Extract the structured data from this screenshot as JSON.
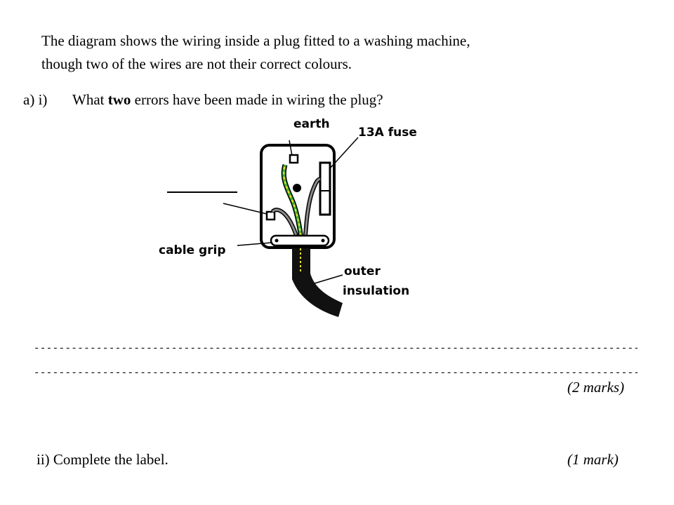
{
  "intro": {
    "line1": "The diagram shows the wiring inside a plug fitted to a washing machine,",
    "line2": "though two of the wires are not their correct colours."
  },
  "question_a": {
    "number": "a)  i)",
    "text_before": "What ",
    "bold_word": "two",
    "text_after": " errors have been made in wiring the plug?",
    "marks": "(2 marks)"
  },
  "diagram": {
    "labels": {
      "earth": "earth",
      "fuse": "13A fuse",
      "cable_grip": "cable grip",
      "outer1": "outer",
      "outer2": "insulation"
    },
    "colors": {
      "earth_wire_stripe": "#e8e61a",
      "earth_wire_base": "#3aa83a",
      "wire_grey": "#8a8a8a",
      "cable": "#111111"
    }
  },
  "answer_lines": {
    "line1": "--------------------------------------------------------------------------------------------------------------------",
    "line2": "--------------------------------------------------------------------------------------------------------------------"
  },
  "question_a2": {
    "text": "ii) Complete the label.",
    "marks": "(1 mark)"
  }
}
